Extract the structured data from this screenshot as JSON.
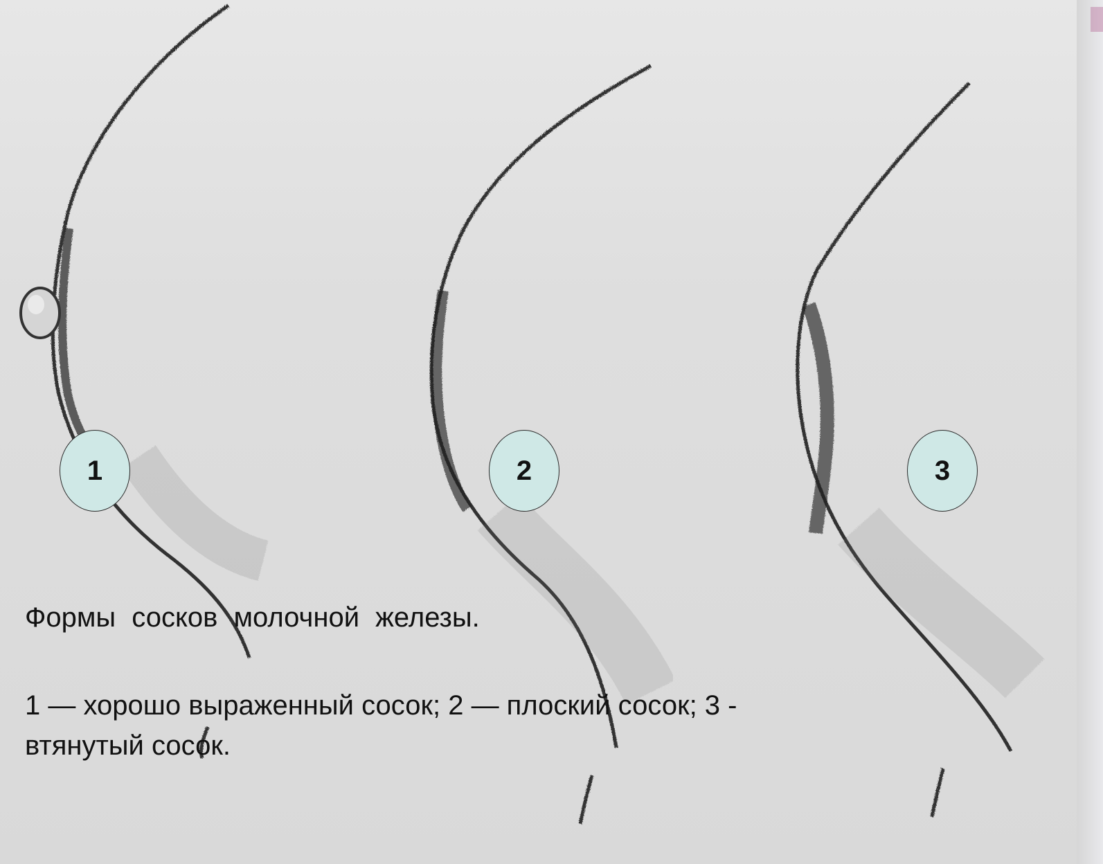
{
  "figure": {
    "markers": [
      {
        "number": "1"
      },
      {
        "number": "2"
      },
      {
        "number": "3"
      }
    ],
    "caption": {
      "title": "Формы сосков молочной железы.",
      "legend_line_1": "1 — хорошо выраженный сосок; 2 — плоский сосок; 3 -",
      "legend_line_2": "втянутый сосок."
    }
  }
}
